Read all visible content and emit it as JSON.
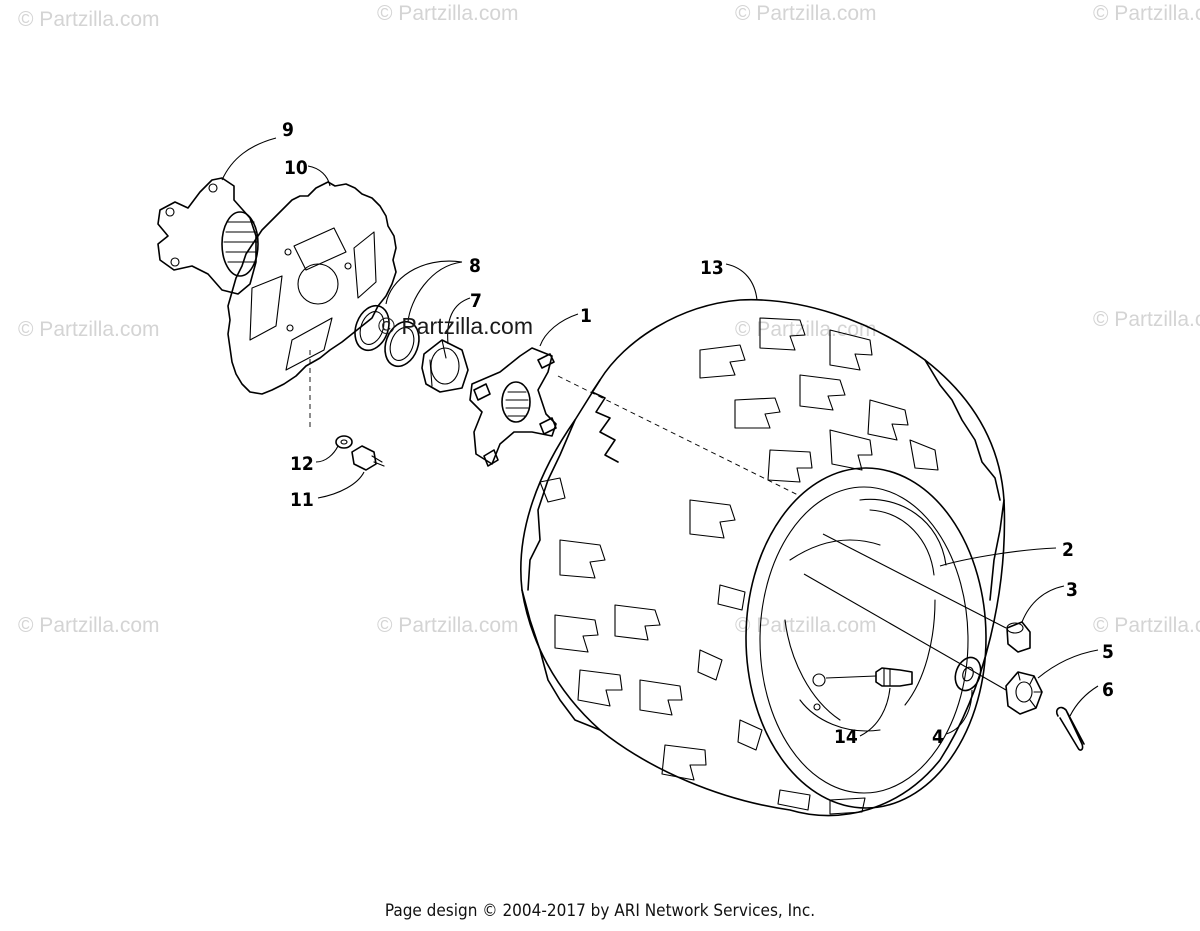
{
  "watermark": {
    "text": "© Partzilla.com",
    "overlay_text": "© Partzilla.com"
  },
  "callouts": {
    "c1": "1",
    "c2": "2",
    "c3": "3",
    "c4": "4",
    "c5": "5",
    "c6": "6",
    "c7": "7",
    "c8": "8",
    "c9": "9",
    "c10": "10",
    "c11": "11",
    "c12": "12",
    "c13": "13",
    "c14": "14"
  },
  "footer": "Page design © 2004-2017 by ARI Network Services, Inc."
}
